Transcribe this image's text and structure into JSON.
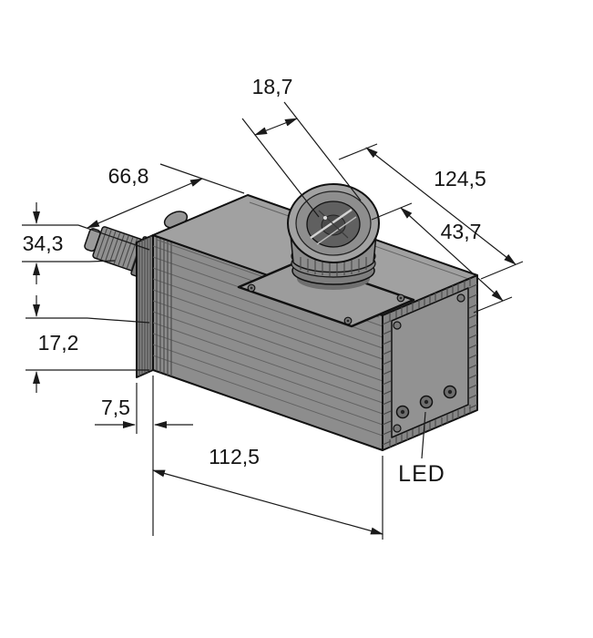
{
  "figure": {
    "labels": {
      "d18_7": "18,7",
      "d66_8": "66,8",
      "d124_5": "124,5",
      "d43_7": "43,7",
      "d34_3": "34,3",
      "d17_2": "17,2",
      "d7_5": "7,5",
      "d112_5": "112,5",
      "led": "LED"
    },
    "colors": {
      "background": "#ffffff",
      "line": "#1a1a1a",
      "body_top": "#a1a1a1",
      "body_front": "#8d8d8d",
      "body_end": "#868686",
      "end_panel": "#929292",
      "mount_plate": "#9c9c9c",
      "lens_rim": "#a2a2a2",
      "lens_glass": "#606060"
    }
  }
}
